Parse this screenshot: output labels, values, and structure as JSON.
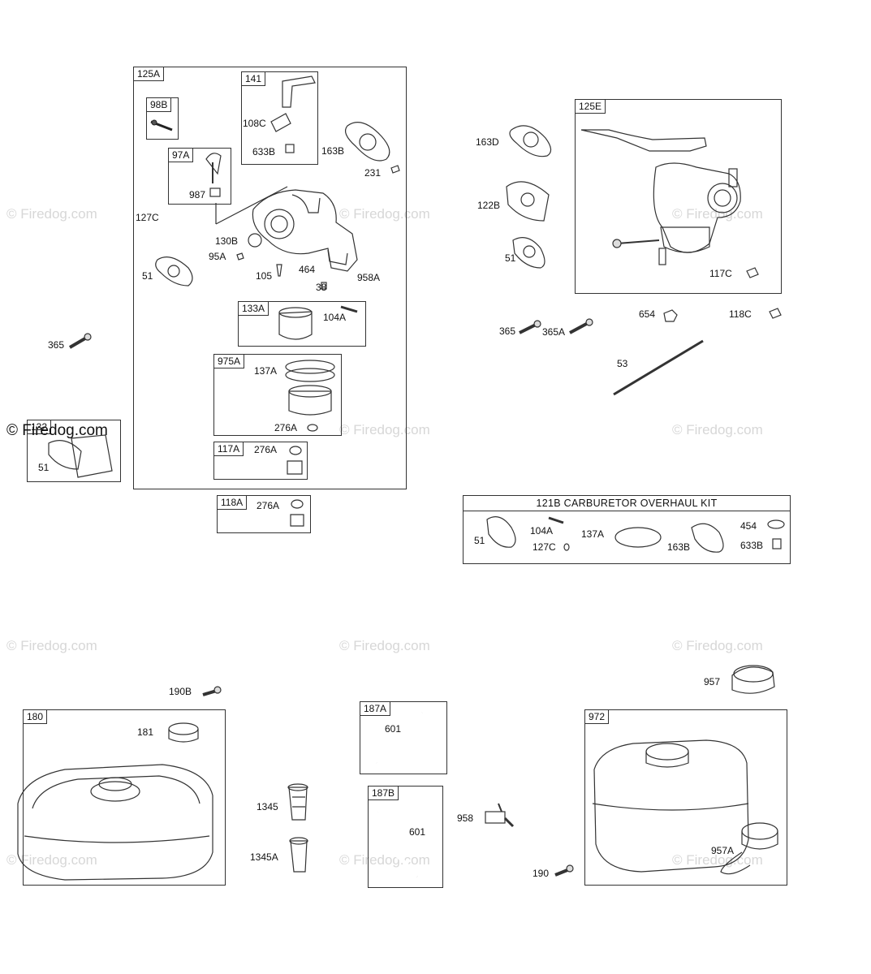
{
  "watermark": {
    "text": "© Firedog.com",
    "solid_text": "© Firedog.com"
  },
  "boxes": {
    "b125A": "125A",
    "b141": "141",
    "b98B": "98B",
    "b97A": "97A",
    "b133A": "133A",
    "b975A": "975A",
    "b117A": "117A",
    "b118A": "118A",
    "b132": "132",
    "b125E": "125E",
    "b180": "180",
    "b187A": "187A",
    "b187B": "187B",
    "b972": "972"
  },
  "kit": {
    "title": "121B CARBURETOR OVERHAUL KIT",
    "labels": [
      "51",
      "104A",
      "127C",
      "137A",
      "163B",
      "454",
      "633B"
    ]
  },
  "labels": {
    "l108C": "108C",
    "l633B": "633B",
    "l163B": "163B",
    "l231": "231",
    "l987": "987",
    "l127C": "127C",
    "l130B": "130B",
    "l95A": "95A",
    "l51a": "51",
    "l105": "105",
    "l464": "464",
    "l38": "38",
    "l958A": "958A",
    "l104A": "104A",
    "l137A": "137A",
    "l276Aa": "276A",
    "l276Ab": "276A",
    "l276Ac": "276A",
    "l365a": "365",
    "l51b": "51",
    "l163D": "163D",
    "l122B": "122B",
    "l51c": "51",
    "l117C": "117C",
    "l654": "654",
    "l118C": "118C",
    "l365b": "365",
    "l365A": "365A",
    "l53": "53",
    "l190B": "190B",
    "l181": "181",
    "l601a": "601",
    "l601b": "601",
    "l1345": "1345",
    "l1345A": "1345A",
    "l958": "958",
    "l957": "957",
    "l957A": "957A",
    "l190": "190"
  }
}
